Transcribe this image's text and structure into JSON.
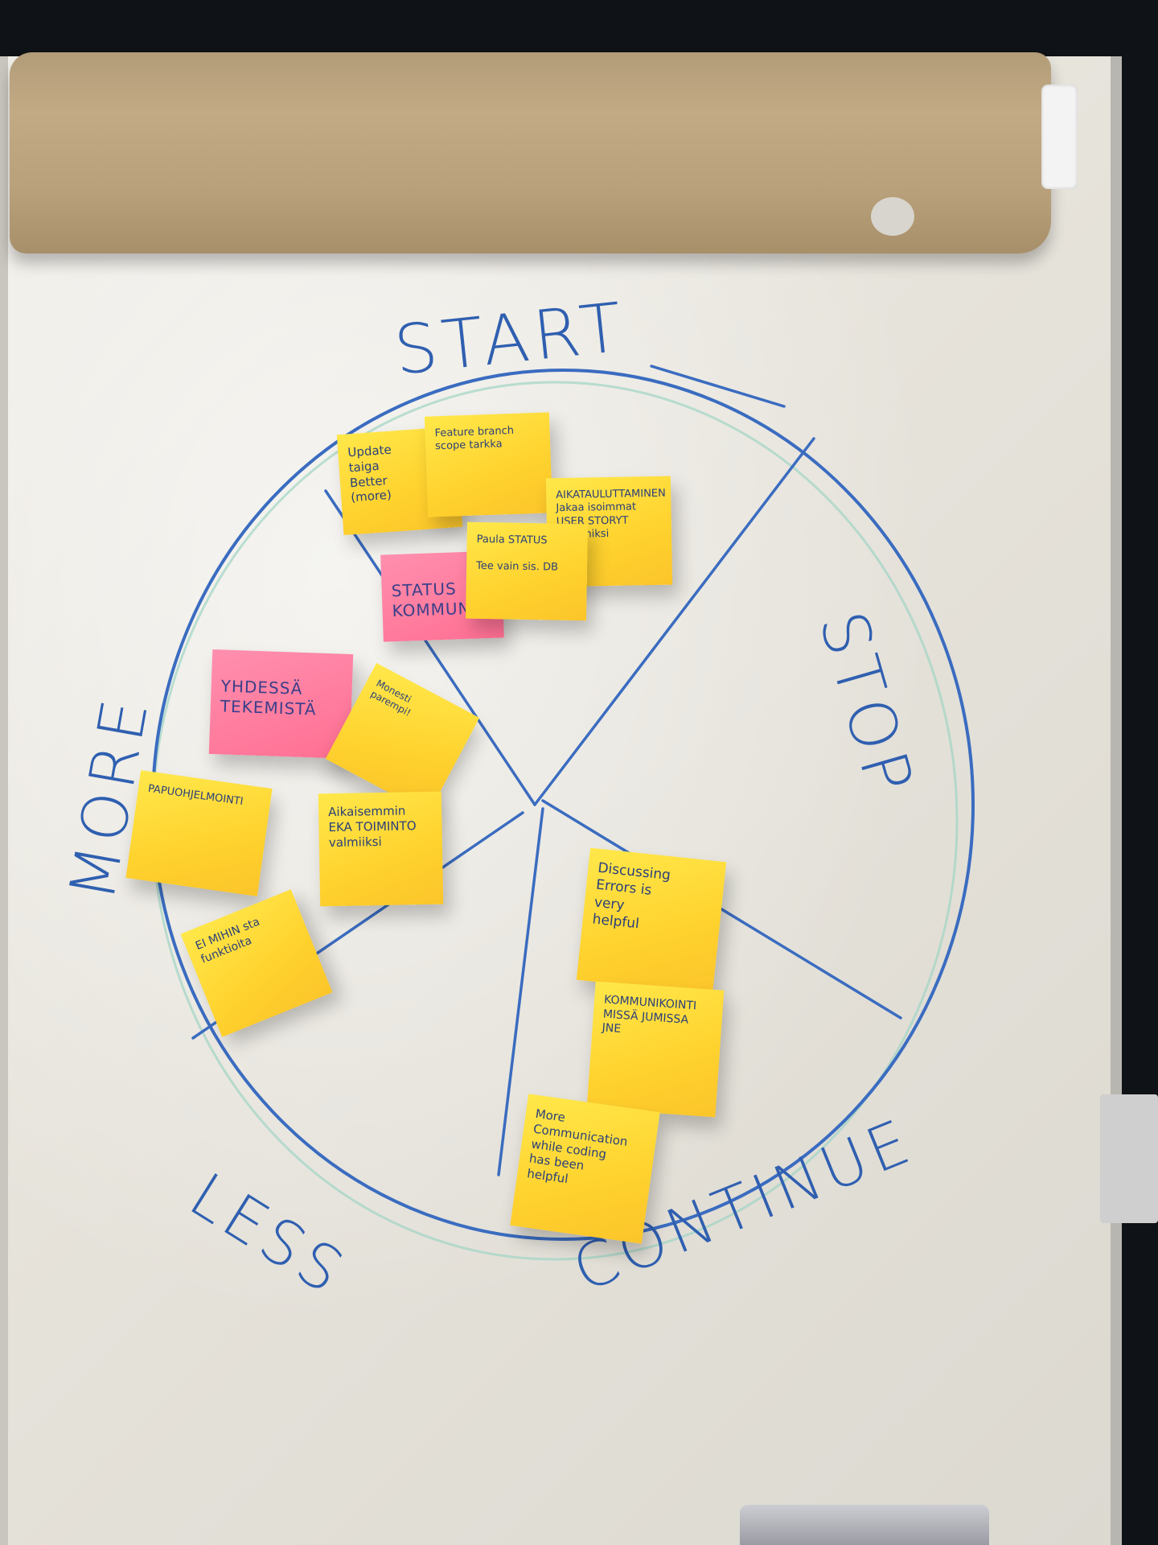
{
  "board": {
    "labels": {
      "start": "START",
      "stop": "STOP",
      "continue": "CONTINUE",
      "less": "LESS",
      "more": "MORE"
    }
  },
  "notes": {
    "update_taiga": "Update\ntaiga\nBetter\n(more)",
    "feature_branch": "Feature branch\nscope tarkka",
    "aikatauluttaminen": "AIKATAULUTTAMINEN\nJakaa isoimmat\nUSER STORYT\nisommiksi",
    "status_kommunikaatio": "STATUS\nKOMMUNIKAATIO",
    "paula_status": "Paula STATUS\n\nTee vain sis. DB",
    "yhdessa_tekemista": "YHDESSÄ\nTEKEMISTÄ",
    "tilted_note": "Monesti\nparempi!",
    "papu_ohjelmointi": "PAPUOHJELMOINTI",
    "eka_toiminto": "Aikaisemmin\nEKA TOIMINTO\nvalmiiksi",
    "ei_mita": "EI MIHIN sta\nfunktioita",
    "discussing_errors": "Discussing\nErrors is\nvery\nhelpful",
    "kommunikointi": "KOMMUNIKOINTI\nMISSÄ JUMISSA\nJNE",
    "more_communication": "More\nCommunication\nwhile coding\nhas been\nhelpful"
  }
}
